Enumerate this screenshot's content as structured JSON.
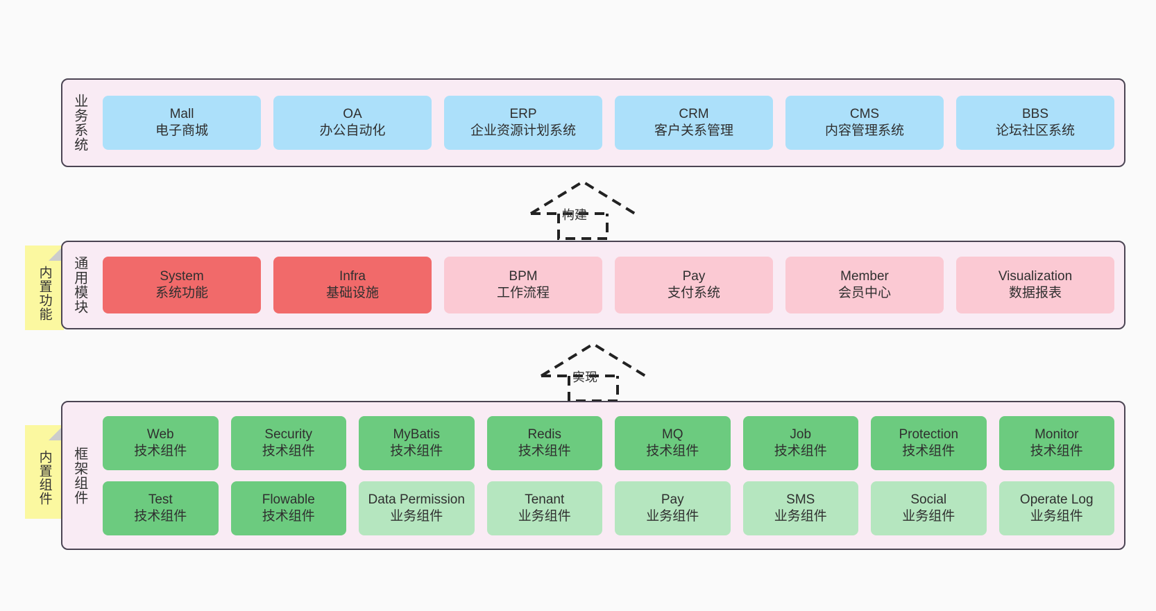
{
  "layers": [
    {
      "id": "business",
      "title": "业务系统",
      "cards": [
        {
          "name": "Mall",
          "sub": "电子商城"
        },
        {
          "name": "OA",
          "sub": "办公自动化"
        },
        {
          "name": "ERP",
          "sub": "企业资源计划系统"
        },
        {
          "name": "CRM",
          "sub": "客户关系管理"
        },
        {
          "name": "CMS",
          "sub": "内容管理系统"
        },
        {
          "name": "BBS",
          "sub": "论坛社区系统"
        }
      ]
    },
    {
      "id": "module",
      "title": "通用模块",
      "tab": "内置功能",
      "cards": [
        {
          "name": "System",
          "sub": "系统功能"
        },
        {
          "name": "Infra",
          "sub": "基础设施"
        },
        {
          "name": "BPM",
          "sub": "工作流程"
        },
        {
          "name": "Pay",
          "sub": "支付系统"
        },
        {
          "name": "Member",
          "sub": "会员中心"
        },
        {
          "name": "Visualization",
          "sub": "数据报表"
        }
      ]
    },
    {
      "id": "framework",
      "title": "框架组件",
      "tab": "内置组件",
      "row1": [
        {
          "name": "Web",
          "sub": "技术组件"
        },
        {
          "name": "Security",
          "sub": "技术组件"
        },
        {
          "name": "MyBatis",
          "sub": "技术组件"
        },
        {
          "name": "Redis",
          "sub": "技术组件"
        },
        {
          "name": "MQ",
          "sub": "技术组件"
        },
        {
          "name": "Job",
          "sub": "技术组件"
        },
        {
          "name": "Protection",
          "sub": "技术组件"
        },
        {
          "name": "Monitor",
          "sub": "技术组件"
        }
      ],
      "row2": [
        {
          "name": "Test",
          "sub": "技术组件"
        },
        {
          "name": "Flowable",
          "sub": "技术组件"
        },
        {
          "name": "Data Permission",
          "sub": "业务组件"
        },
        {
          "name": "Tenant",
          "sub": "业务组件"
        },
        {
          "name": "Pay",
          "sub": "业务组件"
        },
        {
          "name": "SMS",
          "sub": "业务组件"
        },
        {
          "name": "Social",
          "sub": "业务组件"
        },
        {
          "name": "Operate Log",
          "sub": "业务组件"
        }
      ]
    }
  ],
  "arrows": [
    {
      "id": "build",
      "label": "构建"
    },
    {
      "id": "implement",
      "label": "实现"
    }
  ],
  "colors": {
    "panel_bg": "#f9ebf4",
    "panel_border": "#4b4453",
    "sticky": "#fbf8a0",
    "blue": "#ace0fa",
    "red": "#f16a6a",
    "pink": "#fbc9d3",
    "green": "#6ccb7f",
    "light_green": "#b5e6bf",
    "canvas": "#fafafa"
  }
}
